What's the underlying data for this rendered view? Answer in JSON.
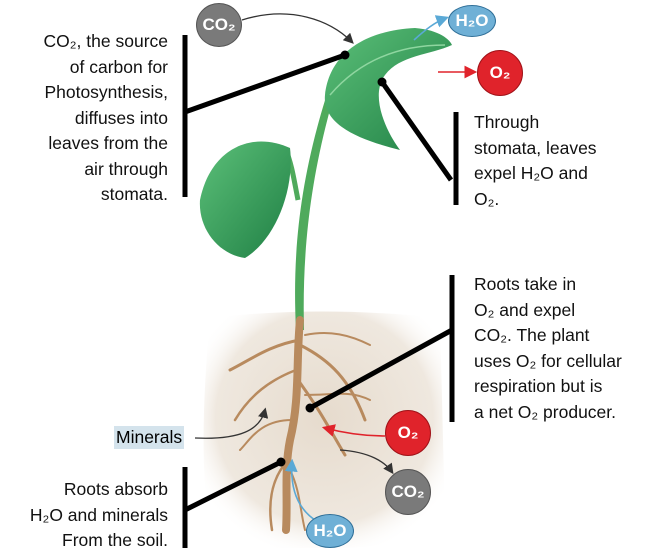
{
  "left_top_text": [
    "CO₂, the source",
    "of carbon for",
    "Photosynthesis,",
    "diffuses into",
    "leaves from the",
    "air through",
    "stomata."
  ],
  "right_top_text": [
    "Through",
    "stomata, leaves",
    "expel H₂O and",
    "O₂."
  ],
  "roots_text": [
    "Roots take in",
    "O₂ and expel",
    "CO₂. The plant",
    "uses O₂ for cellular",
    "respiration but is",
    "a net O₂ producer."
  ],
  "bottom_left_text": [
    "Roots absorb",
    "H₂O and minerals",
    "From the soil."
  ],
  "minerals_label": "Minerals",
  "bubbles": {
    "co2_top": "CO₂",
    "h2o_top": "H₂O",
    "o2_top": "O₂",
    "o2_root": "O₂",
    "co2_root": "CO₂",
    "h2o_root": "H₂O"
  },
  "colors": {
    "co2": "#7a7a7a",
    "o2": "#e0232b",
    "h2o": "#6fb0d6",
    "leaf": "#3aa05a",
    "root": "#b88a5e",
    "soil": "#ece3d8"
  }
}
